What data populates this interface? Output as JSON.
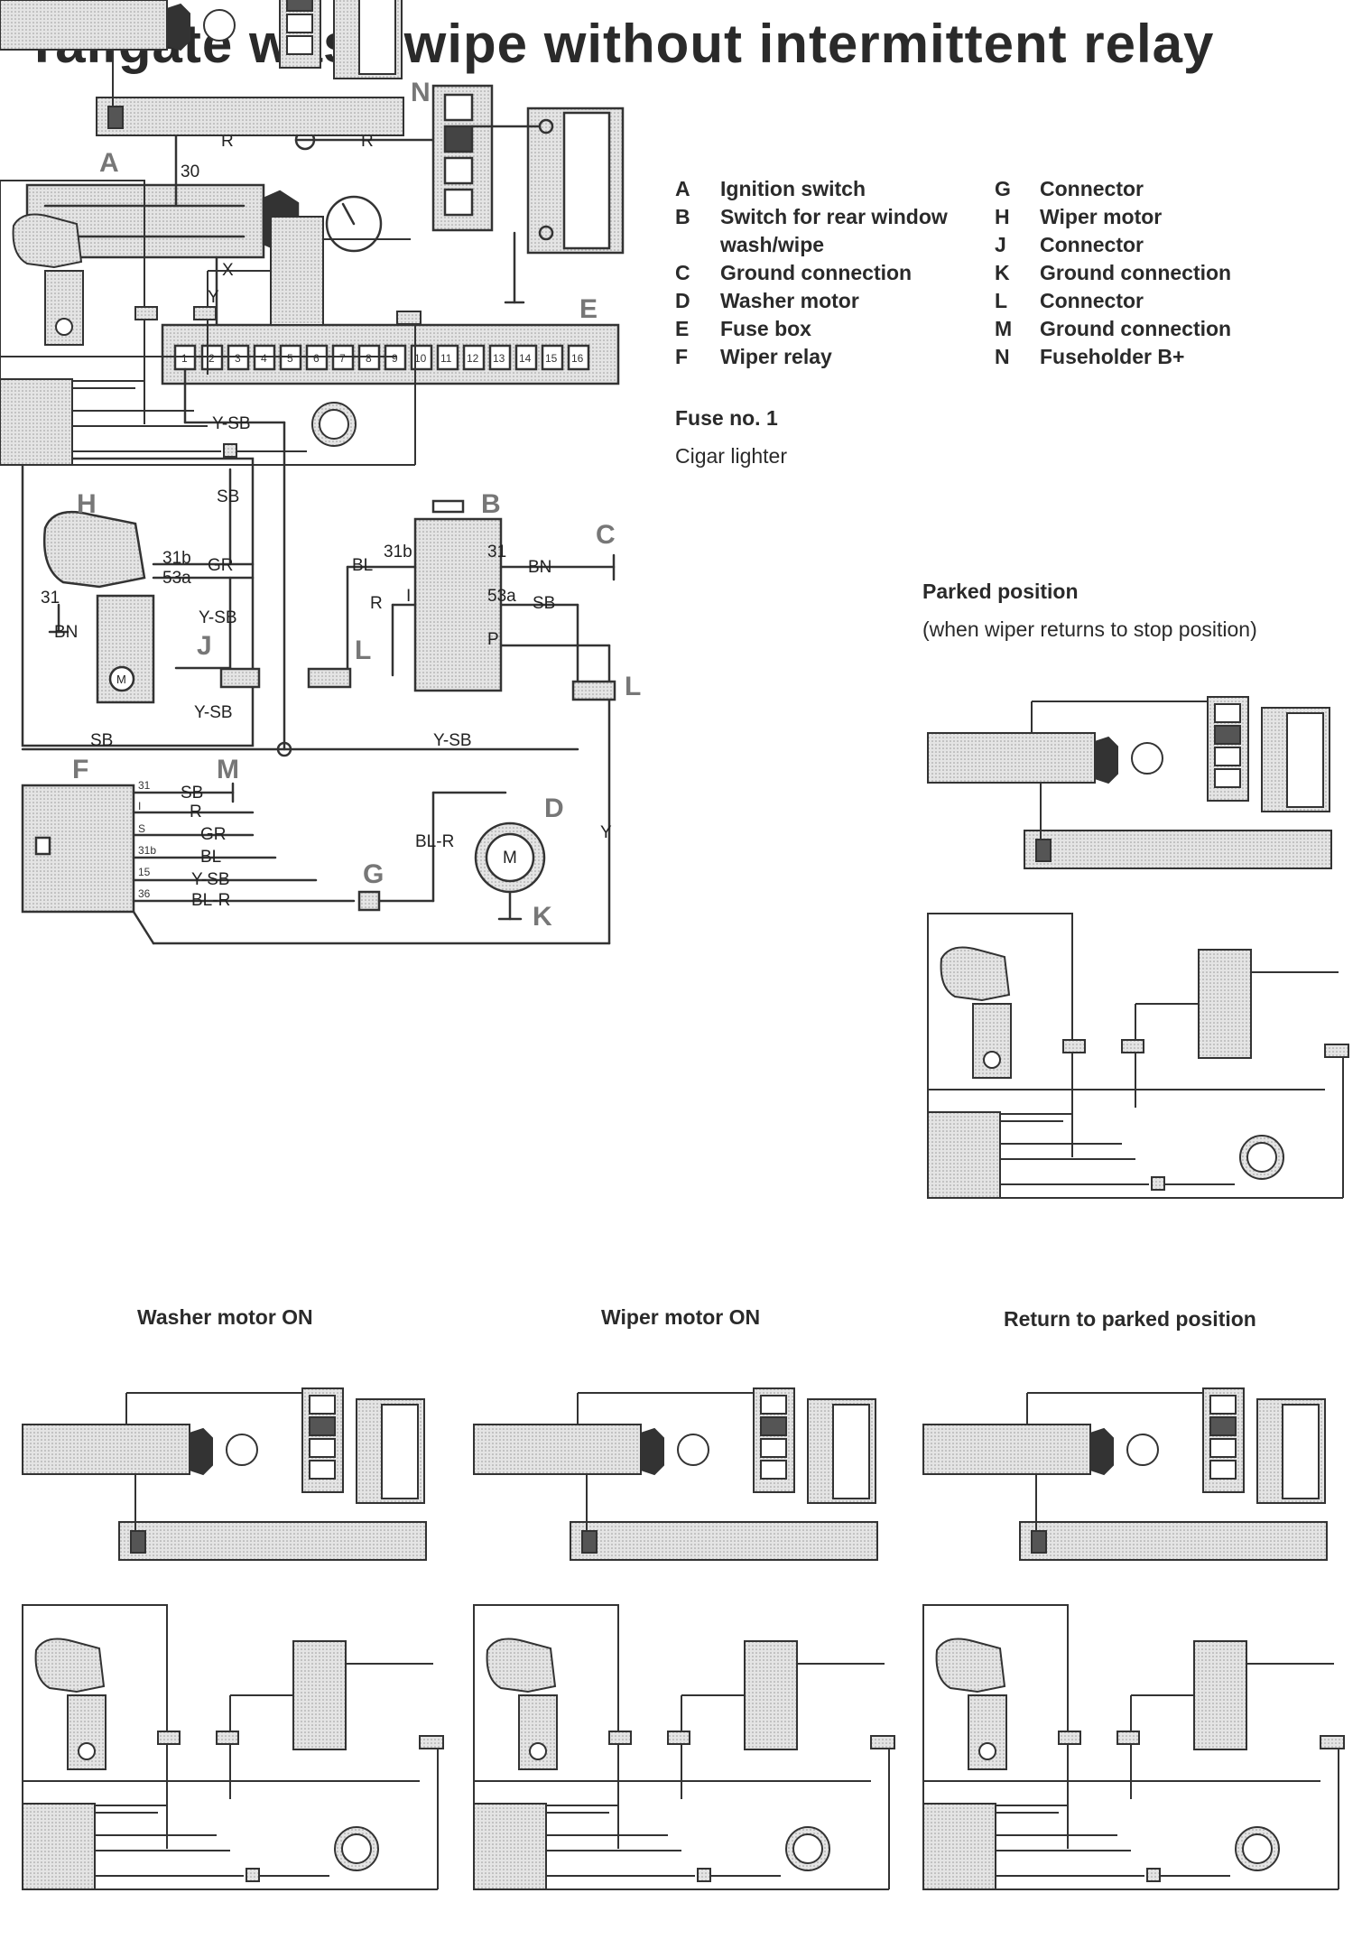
{
  "title": "Tailgate wash/wipe without intermittent relay",
  "legend_left": [
    {
      "key": "A",
      "value": "Ignition switch"
    },
    {
      "key": "B",
      "value": "Switch for rear window",
      "cont": "wash/wipe"
    },
    {
      "key": "C",
      "value": "Ground connection"
    },
    {
      "key": "D",
      "value": "Washer motor"
    },
    {
      "key": "E",
      "value": "Fuse box"
    },
    {
      "key": "F",
      "value": "Wiper relay"
    }
  ],
  "legend_right": [
    {
      "key": "G",
      "value": "Connector"
    },
    {
      "key": "H",
      "value": "Wiper motor"
    },
    {
      "key": "J",
      "value": "Connector"
    },
    {
      "key": "K",
      "value": "Ground connection"
    },
    {
      "key": "L",
      "value": "Connector"
    },
    {
      "key": "M",
      "value": "Ground connection"
    },
    {
      "key": "N",
      "value": "Fuseholder B+"
    }
  ],
  "fuse": {
    "title": "Fuse no. 1",
    "desc": "Cigar lighter"
  },
  "states": {
    "parked": {
      "title": "Parked position",
      "subtitle": "(when wiper returns to stop position)"
    },
    "washer": {
      "title": "Washer motor ON"
    },
    "wiper": {
      "title": "Wiper motor ON"
    },
    "return": {
      "title": "Return to parked position"
    }
  },
  "component_letters": {
    "A": "A",
    "B": "B",
    "C": "C",
    "D": "D",
    "E": "E",
    "F": "F",
    "G": "G",
    "H": "H",
    "J": "J",
    "K": "K",
    "L1": "L",
    "L2": "L",
    "M": "M",
    "N": "N"
  },
  "fuse_numbers": [
    "1",
    "2",
    "3",
    "4",
    "5",
    "6",
    "7",
    "8",
    "9",
    "10",
    "11",
    "12",
    "13",
    "14",
    "15",
    "16"
  ],
  "wire_labels": {
    "r1": "R",
    "r2": "R",
    "x": "X",
    "y": "Y",
    "ysb_top": "Y-SB",
    "sb_h": "SB",
    "gr_h": "GR",
    "n31b": "31b",
    "n53a": "53a",
    "n31": "31",
    "bn": "BN",
    "ysb_h": "Y-SB",
    "ysb_j": "Y-SB",
    "sb_bot": "SB",
    "ysb_mid": "Y-SB",
    "bl_b": "BL",
    "r_b": "R",
    "b31b": "31b",
    "b31": "31",
    "bn_b": "BN",
    "b_i": "I",
    "b53a": "53a",
    "sb_b": "SB",
    "b_p": "P",
    "f31": "31",
    "f_i": "I",
    "f_s": "S",
    "f31b": "31b",
    "f15": "15",
    "f36": "36",
    "f_sb": "SB",
    "f_r": "R",
    "f_gr": "GR",
    "f_bl": "BL",
    "f_ysb": "Y-SB",
    "f_blr": "BL-R",
    "blr_d": "BL-R",
    "y_right": "Y",
    "a30": "30",
    "motor": "M"
  }
}
